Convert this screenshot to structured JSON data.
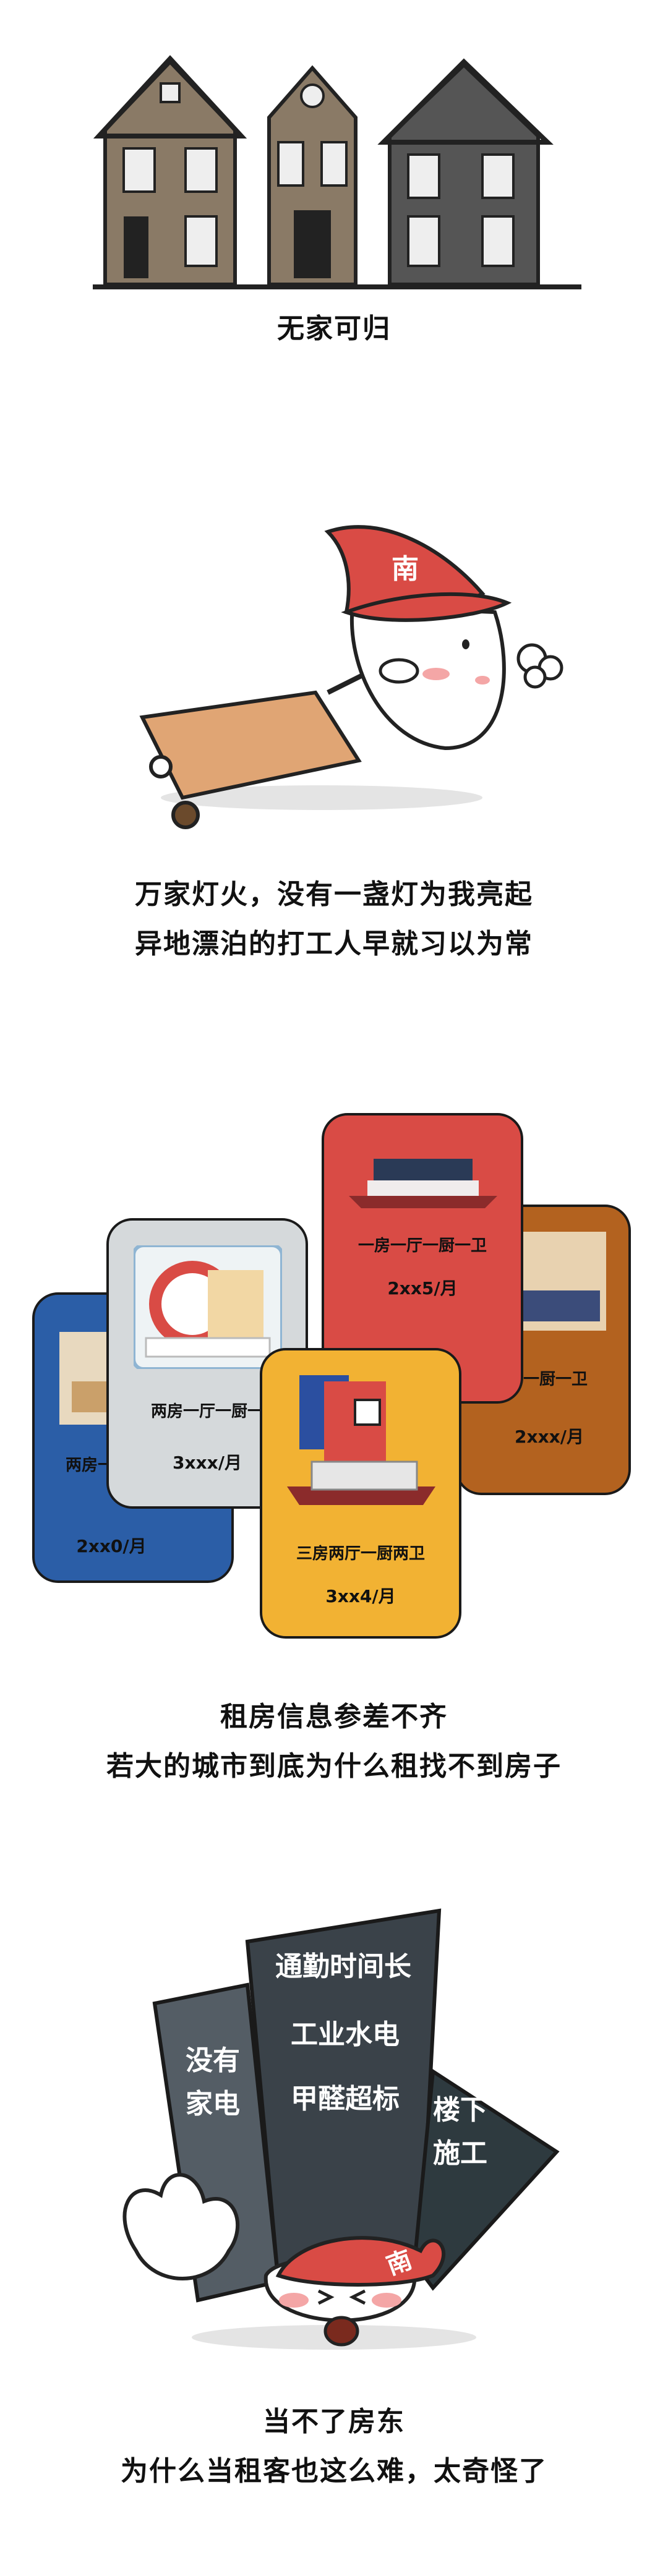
{
  "sections": {
    "houses": {
      "caption": "无家可归"
    },
    "traveler": {
      "hat_char": "南",
      "caption_line1": "万家灯火，没有一盏灯为我亮起",
      "caption_line2": "异地漂泊的打工人早就习以为常"
    },
    "listings": {
      "cards": [
        {
          "title": "两房一",
          "price": "2xx0/月",
          "color": "#2b5ea7"
        },
        {
          "title": "两房一厅一厨一",
          "price": "3xxx/月",
          "color": "#d5d9db"
        },
        {
          "title": "一房一厅一厨一卫",
          "price": "2xx5/月",
          "color": "#d94b45"
        },
        {
          "title": "一厨一卫",
          "price": "2xxx/月",
          "color": "#b3621f"
        },
        {
          "title": "三房两厅一厨两卫",
          "price": "3xx4/月",
          "color": "#f2b233"
        }
      ],
      "caption_line1": "租房信息参差不齐",
      "caption_line2": "若大的城市到底为什么租找不到房子"
    },
    "problems": {
      "hat_char": "南",
      "tags": {
        "no_appliance_1": "没有",
        "no_appliance_2": "家电",
        "commute": "通勤时间长",
        "utility": "工业水电",
        "formaldehyde": "甲醛超标",
        "construction_1": "楼下",
        "construction_2": "施工"
      },
      "caption_line1": "当不了房东",
      "caption_line2": "为什么当租客也这么难，太奇怪了"
    }
  }
}
